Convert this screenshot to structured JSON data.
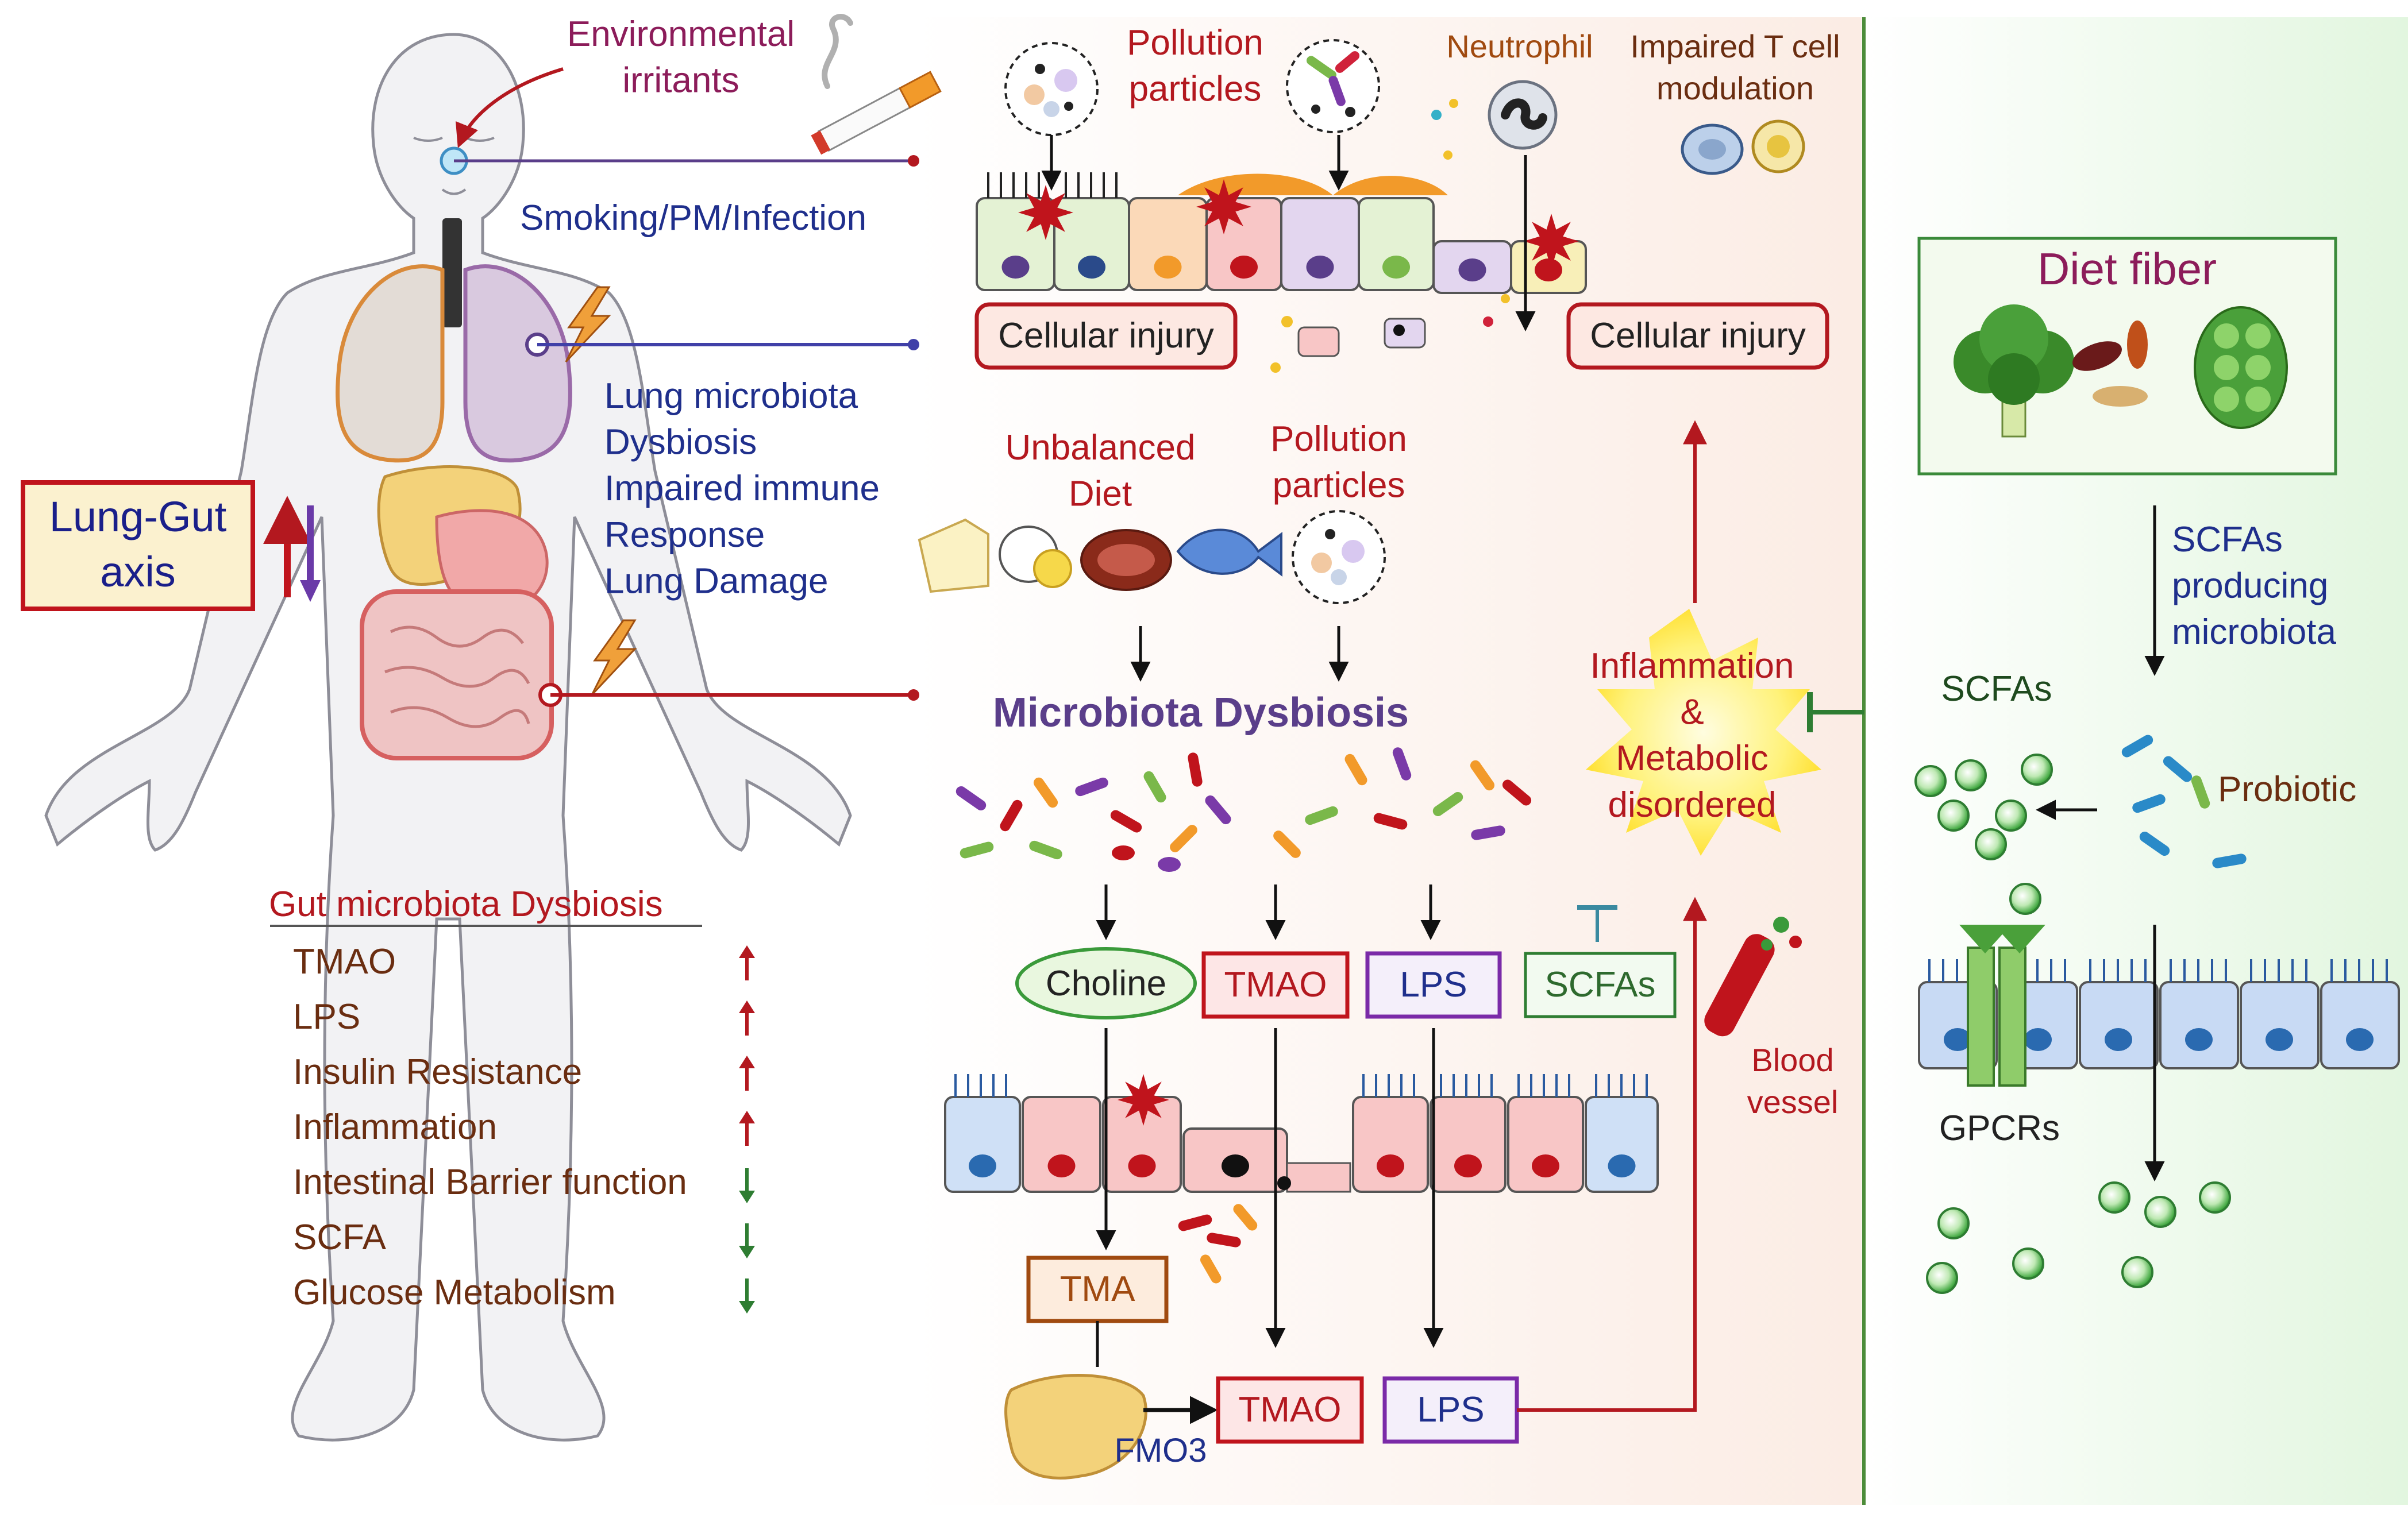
{
  "colors": {
    "dark_red": "#b3181f",
    "navy": "#1f2f8c",
    "purple_text": "#5a3e8a",
    "brown_text": "#6a2d10",
    "green": "#2e7d32",
    "magenta": "#8c1c5a",
    "ochre": "#a04a10",
    "panel_mid": "#fbefe8",
    "panel_right": "#e6f7e3"
  },
  "body": {
    "irritants_label": "Environmental\nirritants",
    "smoking_label": "Smoking/PM/Infection",
    "lung_effects": [
      "Lung microbiota",
      "Dysbiosis",
      "Impaired immune",
      "Response",
      "Lung Damage"
    ],
    "axis_box": "Lung-Gut\naxis"
  },
  "gut_dysbiosis": {
    "title": "Gut microbiota Dysbiosis",
    "items": [
      {
        "label": "TMAO",
        "direction": "up"
      },
      {
        "label": "LPS",
        "direction": "up"
      },
      {
        "label": "Insulin Resistance",
        "direction": "up"
      },
      {
        "label": "Inflammation",
        "direction": "up"
      },
      {
        "label": "Intestinal Barrier function",
        "direction": "down"
      },
      {
        "label": "SCFA",
        "direction": "down"
      },
      {
        "label": "Glucose Metabolism",
        "direction": "down"
      }
    ]
  },
  "lung_panel": {
    "pollution1": "Pollution\nparticles",
    "neutrophil": "Neutrophil",
    "tcell": "Impaired  T cell\nmodulation",
    "injury_left": "Cellular injury",
    "injury_right": "Cellular injury"
  },
  "gut_panel": {
    "unbalanced_diet": "Unbalanced\nDiet",
    "pollution2": "Pollution\nparticles",
    "dysbiosis_title": "Microbiota Dysbiosis",
    "inflammation": "Inflammation\n&\nMetabolic\ndisordered",
    "metabolites": {
      "choline": "Choline",
      "tmao": "TMAO",
      "lps": "LPS",
      "scfas": "SCFAs"
    },
    "blood_vessel": "Blood\nvessel",
    "tma": "TMA",
    "fmo3": "FMO3",
    "tmao2": "TMAO",
    "lps2": "LPS"
  },
  "fiber_panel": {
    "title": "Diet fiber",
    "scfa_producing": "SCFAs\nproducing\nmicrobiota",
    "scfas": "SCFAs",
    "probiotic": "Probiotic",
    "gpcrs": "GPCRs"
  }
}
